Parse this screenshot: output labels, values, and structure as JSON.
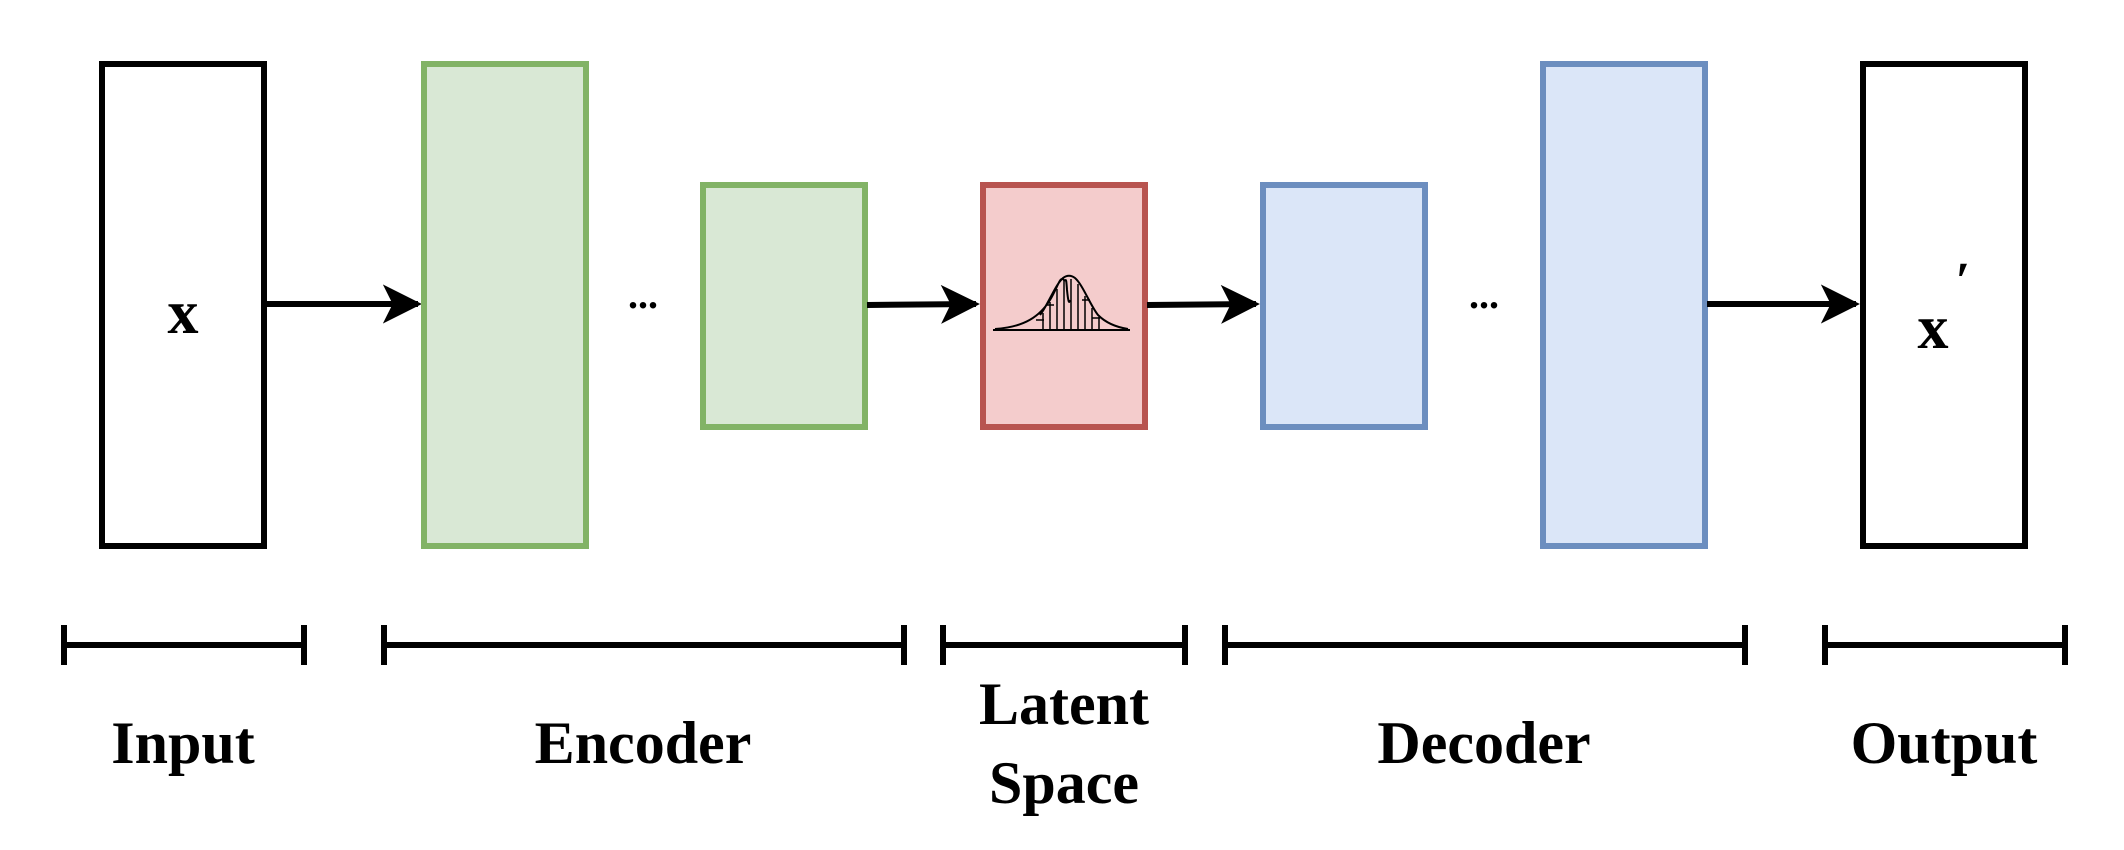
{
  "blocks": {
    "input": {
      "symbol": "x"
    },
    "output": {
      "symbol": "x",
      "prime": "′"
    },
    "encoder_ellipsis": "...",
    "decoder_ellipsis": "..."
  },
  "labels": {
    "input": "Input",
    "encoder": "Encoder",
    "latent_line1": "Latent",
    "latent_line2": "Space",
    "decoder": "Decoder",
    "output": "Output"
  },
  "colors": {
    "stroke_black": "#000000",
    "encoder_fill": "#d9e8d5",
    "encoder_stroke": "#82b366",
    "latent_fill": "#f4cccc",
    "latent_stroke": "#b85450",
    "decoder_fill": "#dbe6f8",
    "decoder_stroke": "#6c8ebf"
  },
  "icons": {
    "latent_icon": "gaussian-distribution-icon"
  }
}
